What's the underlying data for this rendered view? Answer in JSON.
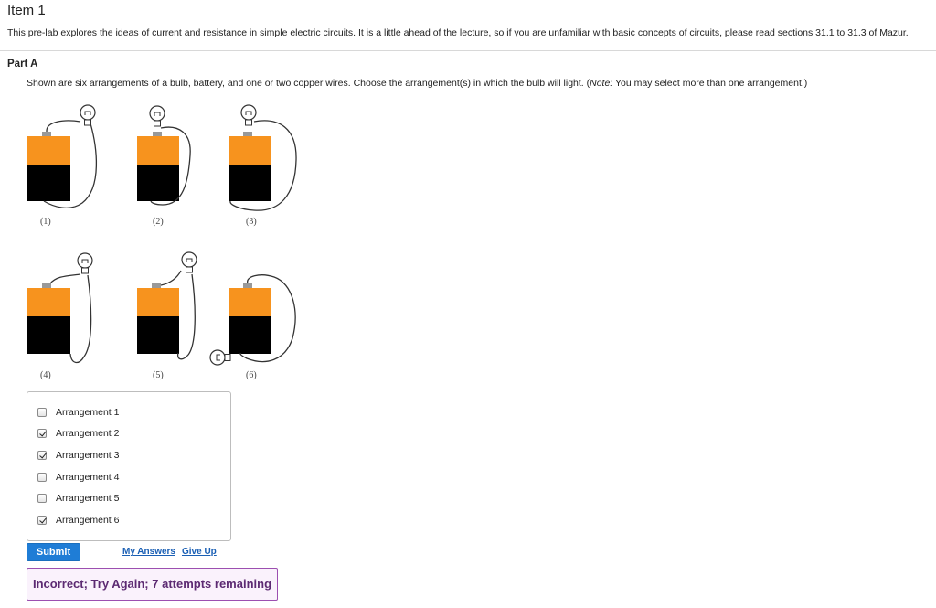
{
  "item": {
    "title": "Item 1"
  },
  "intro": "This pre-lab explores the ideas of current and resistance in simple electric circuits. It is a little ahead of the lecture, so if you are unfamiliar with basic concepts of circuits, please read sections 31.1 to 31.3 of Mazur.",
  "part": {
    "title": "Part A",
    "question_main": "Shown are six arrangements of a bulb, battery, and one or two copper wires. Choose the arrangement(s) in which the bulb will light. (",
    "note_label": "Note:",
    "note_text": " You may select more than one arrangement.)"
  },
  "figure": {
    "labels": [
      "(1)",
      "(2)",
      "(3)",
      "(4)",
      "(5)",
      "(6)"
    ],
    "colors": {
      "battery_top": "#f7931e",
      "battery_bottom": "#000000",
      "terminal": "#999999",
      "wire": "#333333"
    }
  },
  "choices": [
    {
      "label": "Arrangement 1",
      "checked": false
    },
    {
      "label": "Arrangement 2",
      "checked": true
    },
    {
      "label": "Arrangement 3",
      "checked": true
    },
    {
      "label": "Arrangement 4",
      "checked": false
    },
    {
      "label": "Arrangement 5",
      "checked": false
    },
    {
      "label": "Arrangement 6",
      "checked": true
    }
  ],
  "actions": {
    "submit_label": "Submit",
    "my_answers_label": "My Answers",
    "give_up_label": "Give Up"
  },
  "feedback": {
    "text": "Incorrect; Try Again; 7 attempts remaining"
  }
}
